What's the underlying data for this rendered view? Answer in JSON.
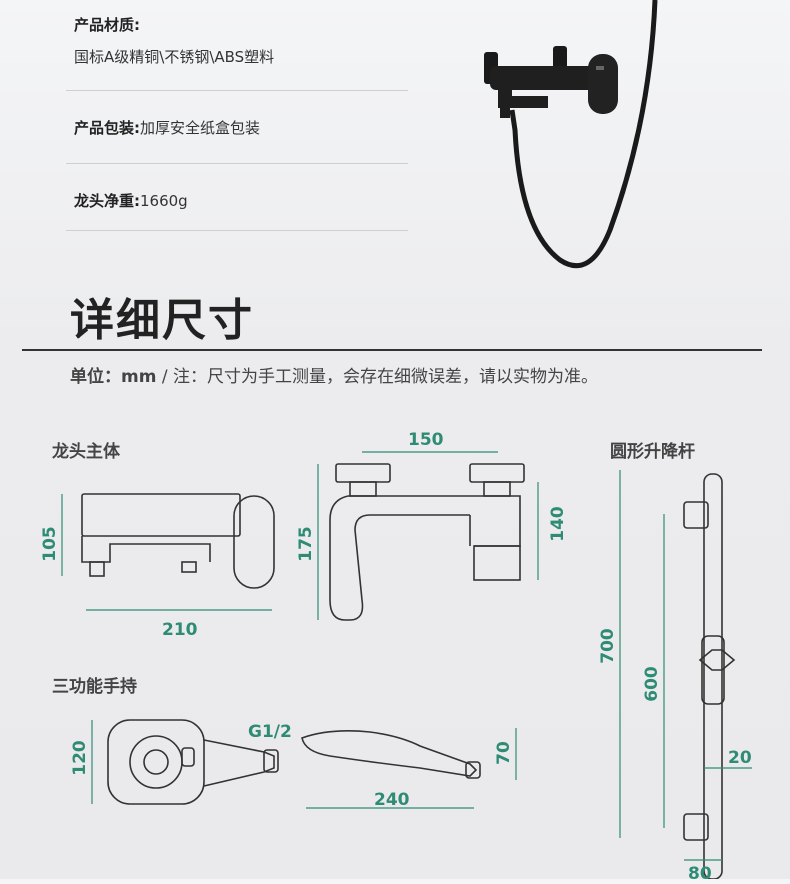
{
  "specs": {
    "material_label": "产品材质:",
    "material_value": "国标A级精铜\\不锈钢\\ABS塑料",
    "package_label": "产品包装:",
    "package_value": "加厚安全纸盒包装",
    "weight_label": "龙头净重:",
    "weight_value": "1660g"
  },
  "section_title": "详细尺寸",
  "unit_note": {
    "label": "单位：mm",
    "text": " / 注：尺寸为手工测量，会存在细微误差，请以实物为准。"
  },
  "faucet": {
    "title": "龙头主体",
    "height": "105",
    "width": "210",
    "side_height": "175",
    "top_width": "150",
    "side_depth": "140"
  },
  "handheld": {
    "title": "三功能手持",
    "face_height": "120",
    "thread": "G1/2",
    "side_height": "70",
    "length": "240"
  },
  "rail": {
    "title": "圆形升降杆",
    "total_height": "700",
    "slider_range": "600",
    "diameter": "20",
    "bracket": "80"
  },
  "colors": {
    "dimension": "#2e8b74",
    "line": "#333333",
    "product": "#1a1a1a"
  }
}
